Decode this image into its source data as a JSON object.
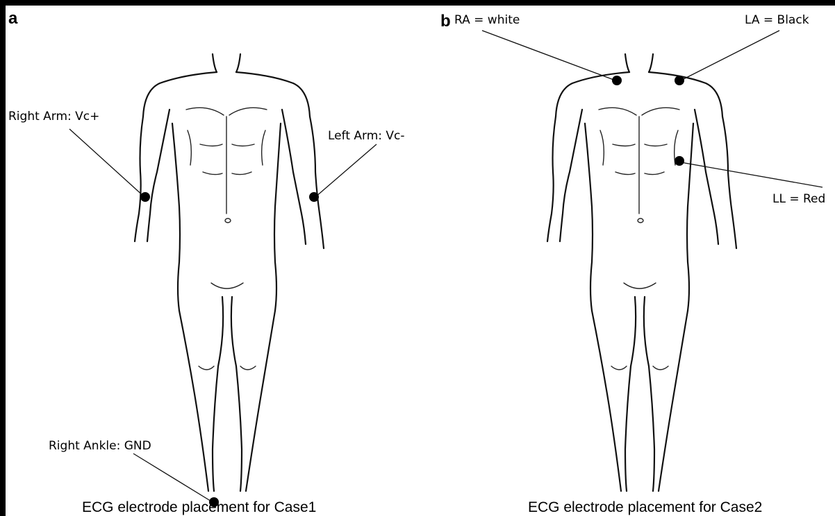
{
  "figure": {
    "panel_a": {
      "letter": "a",
      "labels": {
        "right_arm": "Right Arm: Vc+",
        "left_arm": "Left Arm: Vc-",
        "right_ankle": "Right Ankle: GND"
      },
      "caption": "ECG electrode placement for Case1"
    },
    "panel_b": {
      "letter": "b",
      "labels": {
        "ra": "RA = white",
        "la": "LA = Black",
        "ll": "LL = Red"
      },
      "caption": "ECG electrode placement for Case2"
    }
  },
  "colors": {
    "background": "#000000",
    "panel": "#ffffff",
    "ink": "#000000"
  }
}
